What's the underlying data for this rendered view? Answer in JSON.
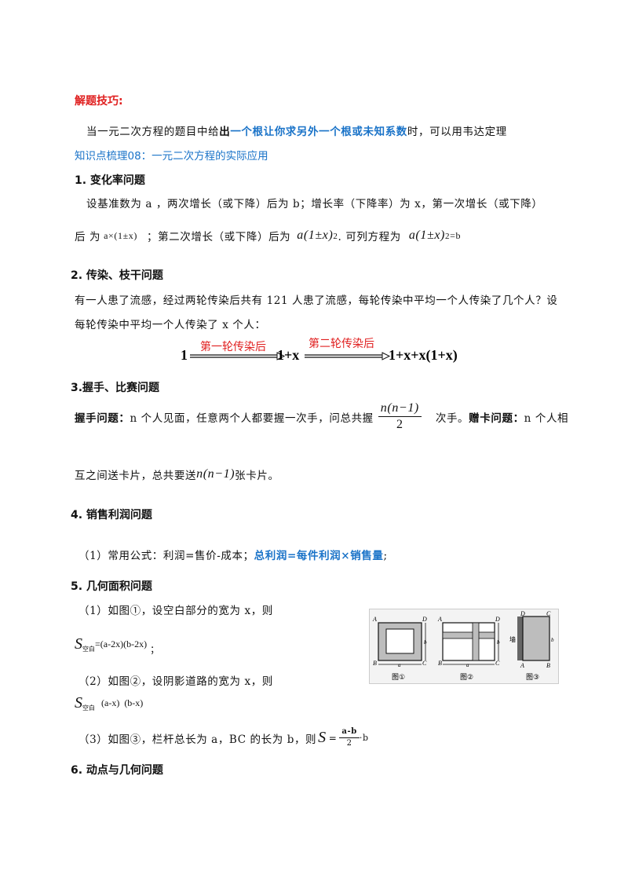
{
  "tips": {
    "heading": "解题技巧:",
    "line_pre": "当一元二次方程的题目中给",
    "line_bold": "出",
    "line_blue": "一个根让你求另外一个根或未知系数",
    "line_post": "时，可以用韦达定理"
  },
  "section08": {
    "title": "知识点梳理08：一元二次方程的实际应用"
  },
  "s1": {
    "heading": "1.  变化率问题",
    "line1": "设基准数为 a ，两次增长（或下降）后为 b；增长率（下降率）为 x，第一次增长（或下降）",
    "line2_pre": "后  为",
    "math1": "a×(1±x)",
    "line2_mid": "；第二次增长（或下降）后为",
    "math2_base": "a(1±x)",
    "math2_exp": "2",
    "line2_mid2": ". 可列方程为",
    "math3_base": "a(1±x)",
    "math3_exp": "2",
    "math3_tail": "=b"
  },
  "s2": {
    "heading": "2.  传染、枝干问题",
    "line1": "有一人患了流感，经过两轮传染后共有 121 人患了流感，每轮传染中平均一个人传染了几个人？设",
    "line2": "每轮传染中平均一个人传染了 x 个人：",
    "flow_start": "1",
    "arrow1_label": "第一轮传染后",
    "flow_mid": "1+x",
    "arrow2_label": "第二轮传染后",
    "flow_end": "1+x+x(1+x)"
  },
  "s3": {
    "heading": "3.握手、比赛问题",
    "hand_label": "握手问题：",
    "hand_text": "n 个人见面，任意两个人都要握一次手，问总共握",
    "frac_num": "n(n−1)",
    "frac_den": "2",
    "hand_after": "次手。",
    "card_label": "赠卡问题：",
    "card_text": "n 个人相",
    "line2_pre": "互之间送卡片，总共要送",
    "line2_math": "n(n−1)",
    "line2_post": "张卡片。"
  },
  "s4": {
    "heading": "4.  销售利润问题",
    "line_pre": "（1）常用公式：利润=售价-成本；",
    "line_blue": "总利润=每件利润×销售量",
    "line_post": ";"
  },
  "s5": {
    "heading": "5.  几何面积问题",
    "item1": "（1）如图①，设空白部分的宽为 x，则",
    "formula1_S": "S",
    "formula1_sub": "空白",
    "formula1_rhs": "=(a-2x)(b-2x)",
    "formula1_tail": "；",
    "item2": "（2）如图②，设阴影道路的宽为 x，则",
    "formula2_S": "S",
    "formula2_sub": "空白",
    "formula2_rhs": "(a-x)  (b-x)",
    "item3": "（3）如图③，栏杆总长为 a，BC 的长为 b，则",
    "formula3_S": "S",
    "formula3_eq": "=",
    "formula3_num": "a-b",
    "formula3_den": "2",
    "formula3_tail": "·b",
    "fig1": {
      "caption": "图①",
      "A": "A",
      "B": "B",
      "C": "C",
      "D": "D",
      "a": "a",
      "b": "b"
    },
    "fig2": {
      "caption": "图②",
      "A": "A",
      "B": "B",
      "C": "C",
      "D": "D",
      "a": "a",
      "b": "b"
    },
    "fig3": {
      "caption": "图③",
      "A": "A",
      "B": "B",
      "C": "C",
      "D": "D",
      "b": "b",
      "wall": "墙"
    }
  },
  "s6": {
    "heading": "6.  动点与几何问题"
  }
}
